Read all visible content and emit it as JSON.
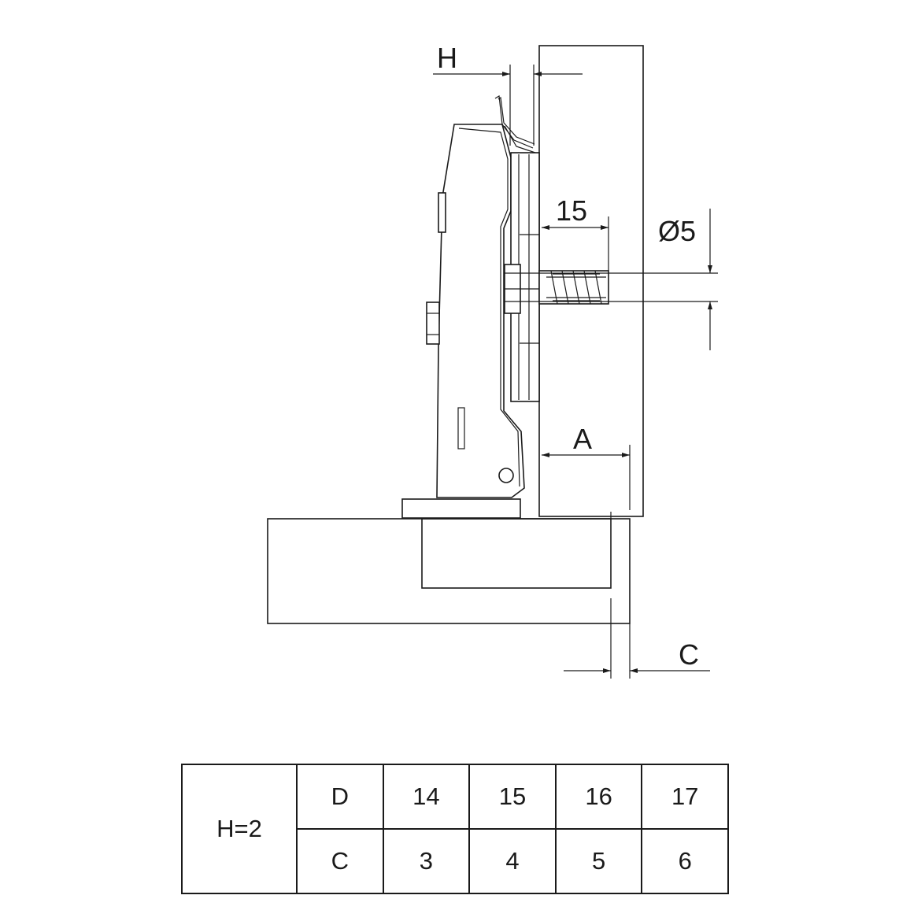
{
  "labels": {
    "h": "H",
    "fifteen": "15",
    "diameter": "Ø5",
    "a": "A",
    "c": "C"
  },
  "table": {
    "h_value": "H=2",
    "row_d": [
      "D",
      "14",
      "15",
      "16",
      "17"
    ],
    "row_c": [
      "C",
      "3",
      "4",
      "5",
      "6"
    ]
  }
}
